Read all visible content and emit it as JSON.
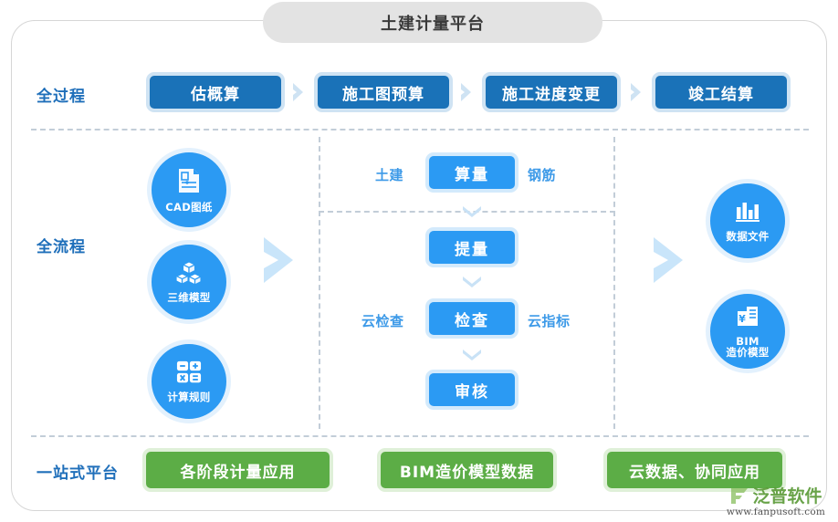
{
  "title": "土建计量平台",
  "rows": {
    "process_label": "全过程",
    "flow_label": "全流程",
    "platform_label": "一站式平台"
  },
  "stages": [
    {
      "label": "估概算"
    },
    {
      "label": "施工图预算"
    },
    {
      "label": "施工进度变更"
    },
    {
      "label": "竣工结算"
    }
  ],
  "inputs": [
    {
      "icon": "cad-drawing-icon",
      "label": "CAD图纸",
      "label2": ""
    },
    {
      "icon": "three-dimensional-model-icon",
      "label": "三维模型",
      "label2": ""
    },
    {
      "icon": "calculator-icon",
      "label": "计算规则",
      "label2": ""
    }
  ],
  "middle": {
    "steps": [
      {
        "label": "算量",
        "left": "土建",
        "right": "钢筋"
      },
      {
        "label": "提量",
        "left": "",
        "right": ""
      },
      {
        "label": "检查",
        "left": "云检查",
        "right": "云指标"
      },
      {
        "label": "审核",
        "left": "",
        "right": ""
      }
    ]
  },
  "outputs": [
    {
      "icon": "bar-chart-icon",
      "label": "数据文件",
      "label2": ""
    },
    {
      "icon": "bim-cost-model-icon",
      "label": "BIM",
      "label2": "造价模型"
    }
  ],
  "platform_items": [
    {
      "label": "各阶段计量应用"
    },
    {
      "label": "BIM造价模型数据"
    },
    {
      "label": "云数据、协同应用"
    }
  ],
  "watermark": {
    "brand": "泛普软件",
    "url": "www.fanpusoft.com"
  },
  "colors": {
    "stage_blue": "#1a72b8",
    "action_blue": "#2b9af3",
    "platform_green": "#5cad46",
    "title_gray": "#e3e3e3",
    "dashed_gray": "#c2cdd8",
    "label_blue": "#1f6fba"
  }
}
